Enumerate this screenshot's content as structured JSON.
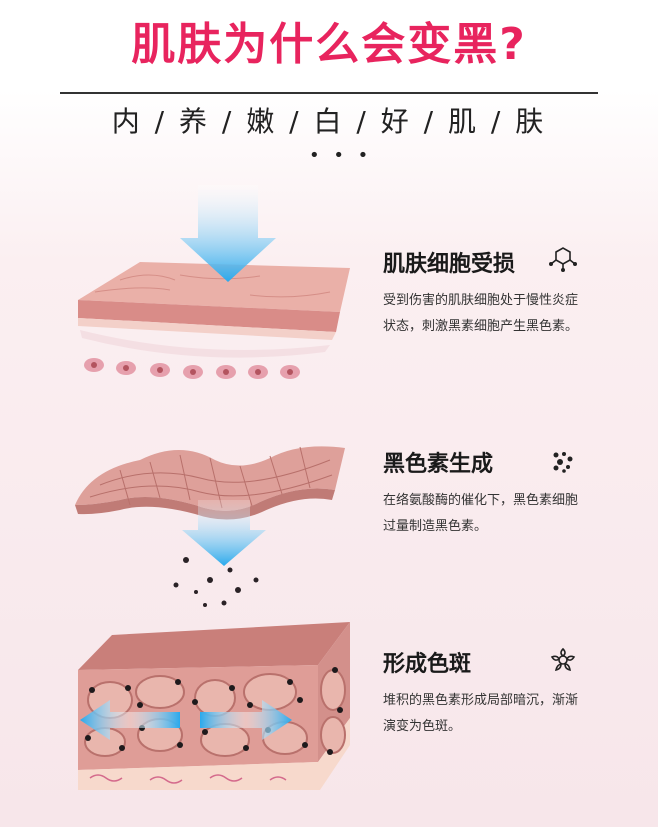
{
  "title": "肌肤为什么会变黑?",
  "subtitle": "内 / 养 / 嫩 / 白 / 好 / 肌 / 肤",
  "dots": "• • •",
  "sections": [
    {
      "title": "肌肤细胞受损",
      "icon": "molecule-icon",
      "text": "受到伤害的肌肤细胞处于慢性炎症状态，刺激黑素细胞产生黑色素。"
    },
    {
      "title": "黑色素生成",
      "icon": "dots-cluster-icon",
      "text": "在络氨酸酶的催化下，黑色素细胞过量制造黑色素。"
    },
    {
      "title": "形成色斑",
      "icon": "flower-icon",
      "text": "堆积的黑色素形成局部暗沉，渐渐演变为色斑。"
    }
  ],
  "colors": {
    "title": "#e8245e",
    "arrow": "#3bb3ee",
    "skin": "#e8a39b",
    "skin_dark": "#c97f7a"
  }
}
